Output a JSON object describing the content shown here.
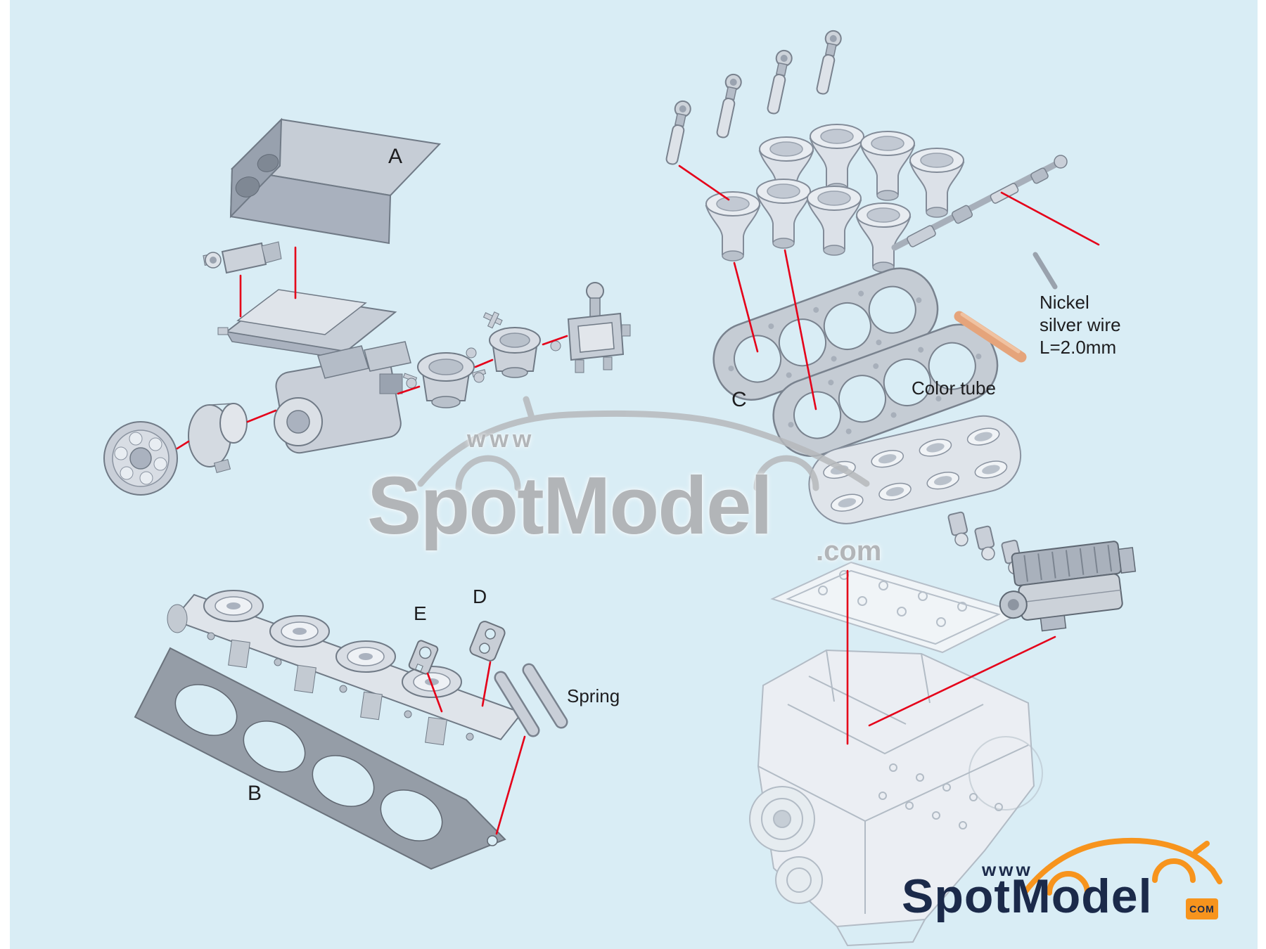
{
  "colors": {
    "background": "#d9edf5",
    "connector_red": "#e50019",
    "logo_orange": "#f7941d",
    "logo_navy": "#1b2a4a",
    "watermark_gray": "#b2b5b8",
    "gasket_dark_gray": "#959da7",
    "color_tube_tan": "#e5a47b"
  },
  "part_labels": {
    "a": "A",
    "b": "B",
    "c": "C",
    "d": "D",
    "e": "E"
  },
  "captions": {
    "spring": "Spring",
    "color_tube": "Color tube",
    "nickel_line1": "Nickel",
    "nickel_line2": "silver wire",
    "nickel_line3": "L=2.0mm"
  },
  "watermark": {
    "www": "www",
    "brand": "SpotModel",
    "com": ".com"
  },
  "logo": {
    "www": "www",
    "brand": "SpotModel",
    "com": "COM"
  }
}
